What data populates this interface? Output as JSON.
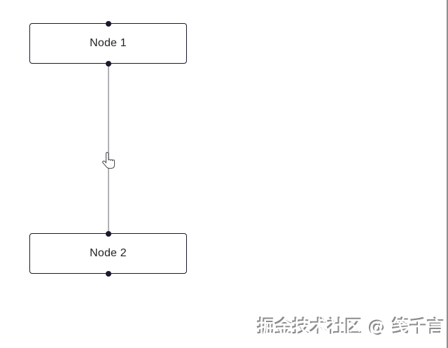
{
  "nodes": [
    {
      "id": "1",
      "label": "Node 1"
    },
    {
      "id": "2",
      "label": "Node 2"
    }
  ],
  "edges": [
    {
      "source": "1",
      "target": "2"
    }
  ],
  "cursor": {
    "icon": "hand-pointer-cursor"
  },
  "watermark": {
    "text": "掘金技术社区 @ 笺千言"
  },
  "colors": {
    "canvas_background": "#ffffff",
    "node_border": "#1a192b",
    "node_background": "#ffffff",
    "node_text": "#222222",
    "handle": "#1a192b",
    "edge": "#b1b1b7",
    "watermark": "#8b8b8b",
    "right_border": "#8f8f8f"
  }
}
